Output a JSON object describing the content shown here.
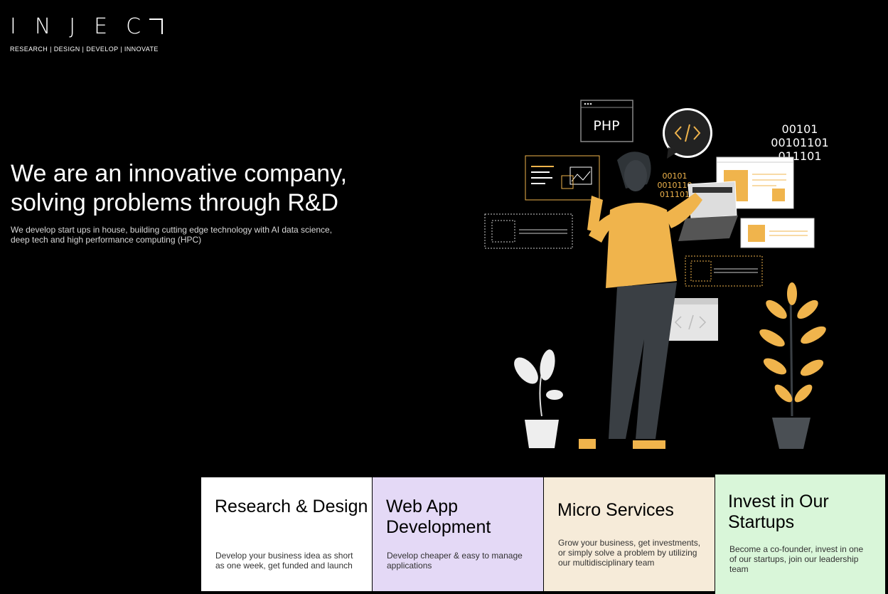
{
  "brand": {
    "wordmark": "INJEC",
    "tagline": "RESEARCH | DESIGN | DEVELOP | INNOVATE"
  },
  "hero": {
    "title_line1": "We are an innovative company,",
    "title_line2": "solving problems through R&D",
    "subtitle": "We develop start ups in house, building cutting edge technology with AI data science, deep tech and high performance computing (HPC)"
  },
  "illustration": {
    "php_label": "PHP",
    "binary_top": [
      "00101",
      "00101101",
      "011101"
    ],
    "binary_mid": [
      "00101",
      "0010110",
      "011101"
    ],
    "accent_color": "#f0b44c"
  },
  "cards": [
    {
      "title": "Research & Design",
      "text": "Develop your business idea as short as one week, get funded and launch",
      "bg": "#ffffff"
    },
    {
      "title": "Web App Development",
      "text": "Develop cheaper & easy to manage applications",
      "bg": "#e4d9f6"
    },
    {
      "title": "Micro Services",
      "text": "Grow your business, get investments, or simply solve a problem by utilizing our multidisciplinary team",
      "bg": "#f6ebd9"
    },
    {
      "title": "Invest in Our Startups",
      "text": "Become a co-founder, invest in one of our startups, join our leadership team",
      "bg": "#d9f6d9"
    }
  ]
}
